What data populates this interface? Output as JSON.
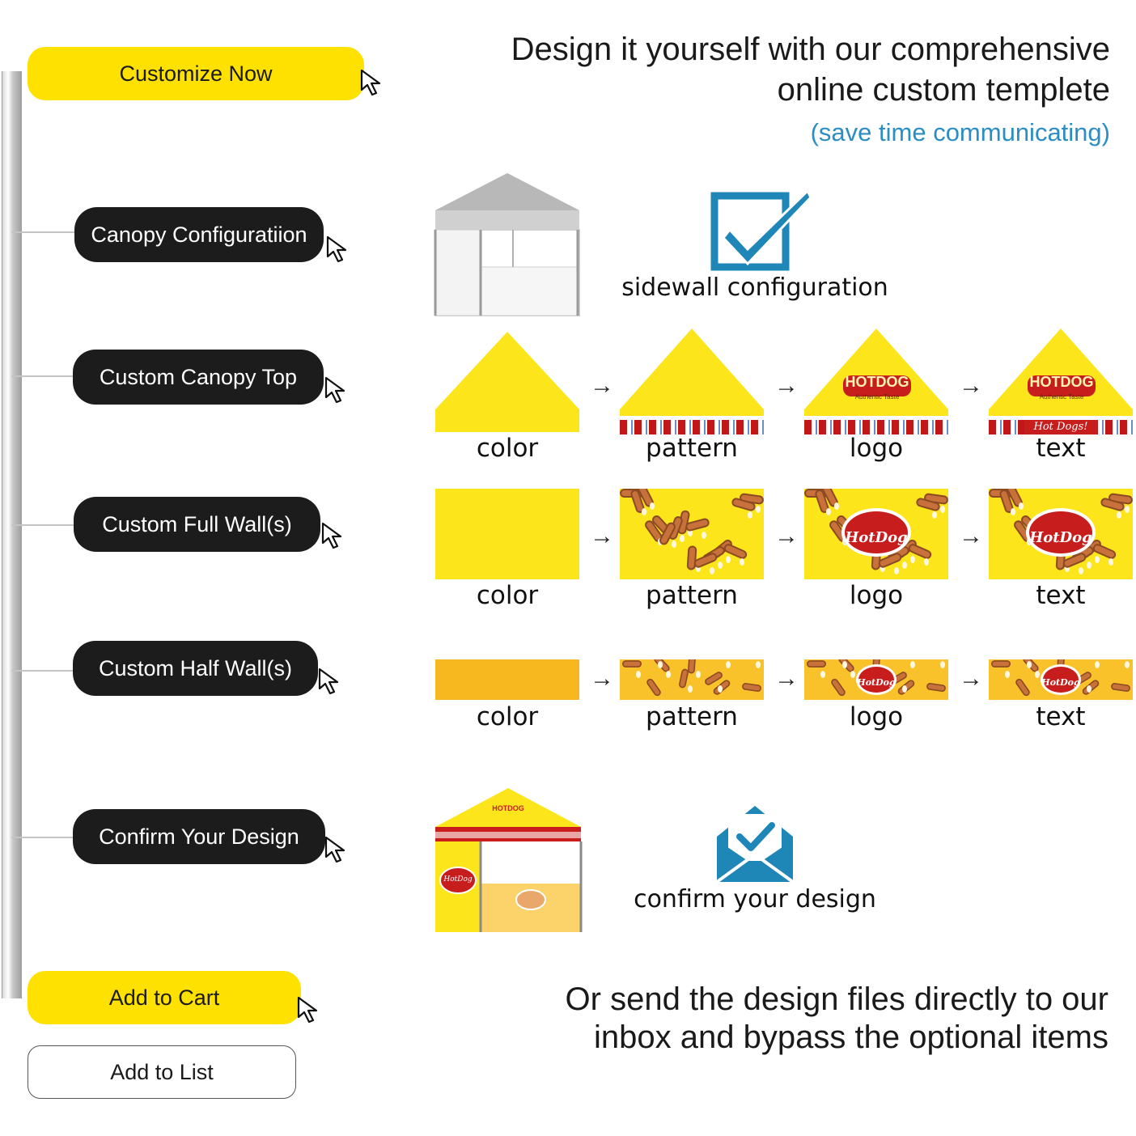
{
  "colors": {
    "yellow": "#ffe100",
    "black": "#1c1c1c",
    "blue": "#2a8ec4",
    "teal_icon": "#1f86b8",
    "half_wall_orange": "#f7b71e"
  },
  "header": {
    "line1": "Design it yourself with our comprehensive",
    "line2": "online custom templete",
    "subline": "(save time communicating)"
  },
  "steps": {
    "customize_now": "Customize Now",
    "canopy_configuration": "Canopy Configuratiion",
    "custom_canopy_top": "Custom Canopy Top",
    "custom_full_walls": "Custom Full Wall(s)",
    "custom_half_walls": "Custom Half Wall(s)",
    "confirm_your_design": "Confirm Your Design",
    "add_to_cart": "Add to Cart",
    "add_to_list": "Add to List"
  },
  "icons": [
    "pointer-cursor-icon",
    "checkbox-check-icon",
    "envelope-check-icon",
    "arrow-right-icon"
  ],
  "sidewall": {
    "caption": "sidewall configuration"
  },
  "canopy_top_options": [
    "color",
    "pattern",
    "logo",
    "text"
  ],
  "full_wall_options": [
    "color",
    "pattern",
    "logo",
    "text"
  ],
  "half_wall_options": [
    "color",
    "pattern",
    "logo",
    "text"
  ],
  "arrow_symbol": "→",
  "logo_texts": {
    "hotdog_banner": "HOTDOG",
    "hotdog_tagline": "Authentic Taste",
    "hotdog_script": "HotDog",
    "hotdogs_text": "Hot Dogs!"
  },
  "confirm": {
    "caption": "confirm your design"
  },
  "footer": {
    "line1": "Or send the design files directly to our",
    "line2": "inbox and bypass the optional items"
  }
}
